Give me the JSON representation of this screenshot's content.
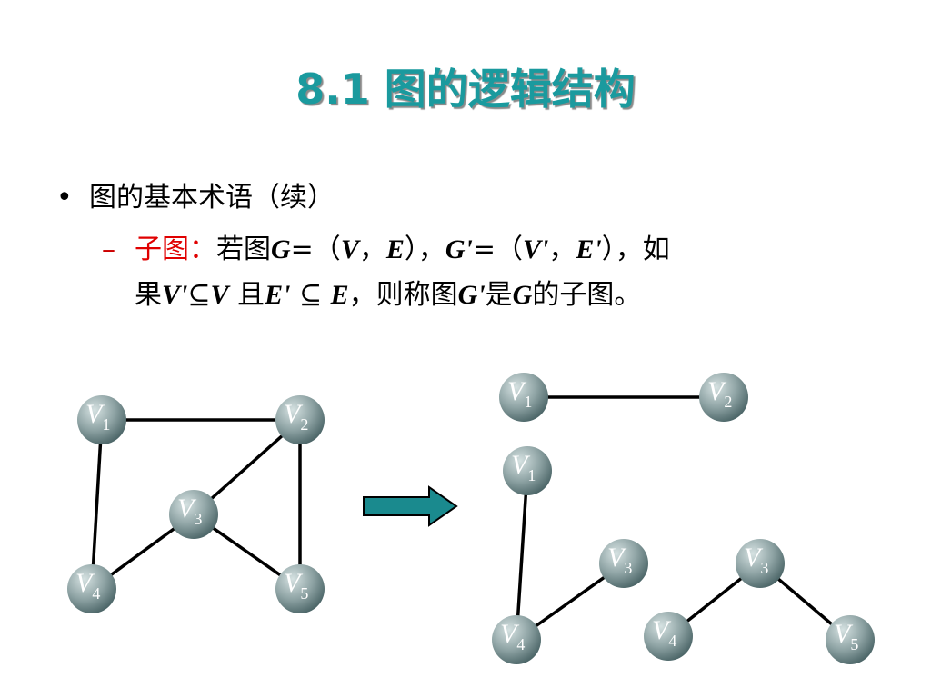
{
  "title": "8.1 图的逻辑结构",
  "bullet": {
    "marker": "•",
    "text": "图的基本术语（续）"
  },
  "definition": {
    "dash": "–",
    "term": "子图：",
    "p1": "若图",
    "G": "G",
    "eq_open": "=（",
    "V": "V",
    "comma": "，",
    "E": "E",
    "close_comma": "），",
    "Gp": "G'",
    "eq_open2": "=（",
    "Vp": "V'",
    "comma2": "，",
    "Ep": "E'",
    "close_comma2": "），",
    "ru": "如",
    "guo": "果",
    "Vp2": "V'",
    "subseteq": "⊆",
    "V2": "V",
    "qie": " 且",
    "Ep2": "E'",
    "subseteq2": " ⊆ ",
    "E2": "E",
    "ze": "，则称图",
    "Gp2": "G'",
    "shi": "是",
    "G2": "G",
    "tail": "的子图。"
  },
  "graphs": {
    "original": {
      "vertices": [
        {
          "id": "v1",
          "letter": "V",
          "sub": "1"
        },
        {
          "id": "v2",
          "letter": "V",
          "sub": "2"
        },
        {
          "id": "v3",
          "letter": "V",
          "sub": "3"
        },
        {
          "id": "v4",
          "letter": "V",
          "sub": "4"
        },
        {
          "id": "v5",
          "letter": "V",
          "sub": "5"
        }
      ],
      "edges": [
        [
          "v1",
          "v2"
        ],
        [
          "v1",
          "v4"
        ],
        [
          "v2",
          "v3"
        ],
        [
          "v2",
          "v5"
        ],
        [
          "v3",
          "v4"
        ],
        [
          "v3",
          "v5"
        ]
      ]
    },
    "sub_a": {
      "vertices": [
        {
          "id": "v1",
          "letter": "V",
          "sub": "1"
        },
        {
          "id": "v2",
          "letter": "V",
          "sub": "2"
        }
      ],
      "edges": [
        [
          "v1",
          "v2"
        ]
      ]
    },
    "sub_b": {
      "vertices": [
        {
          "id": "v1",
          "letter": "V",
          "sub": "1"
        },
        {
          "id": "v3",
          "letter": "V",
          "sub": "3"
        },
        {
          "id": "v4",
          "letter": "V",
          "sub": "4"
        }
      ],
      "edges": [
        [
          "v1",
          "v4"
        ],
        [
          "v3",
          "v4"
        ]
      ]
    },
    "sub_c": {
      "vertices": [
        {
          "id": "v3",
          "letter": "V",
          "sub": "3"
        },
        {
          "id": "v4",
          "letter": "V",
          "sub": "4"
        },
        {
          "id": "v5",
          "letter": "V",
          "sub": "5"
        }
      ],
      "edges": [
        [
          "v3",
          "v4"
        ],
        [
          "v3",
          "v5"
        ]
      ]
    }
  },
  "colors": {
    "title": "#1a9a9e",
    "term": "#e00000",
    "node_light": "#c9d6d6",
    "node_dark": "#4f6a6b",
    "arrow_fill": "#1a8a8e",
    "edge": "#000000"
  }
}
